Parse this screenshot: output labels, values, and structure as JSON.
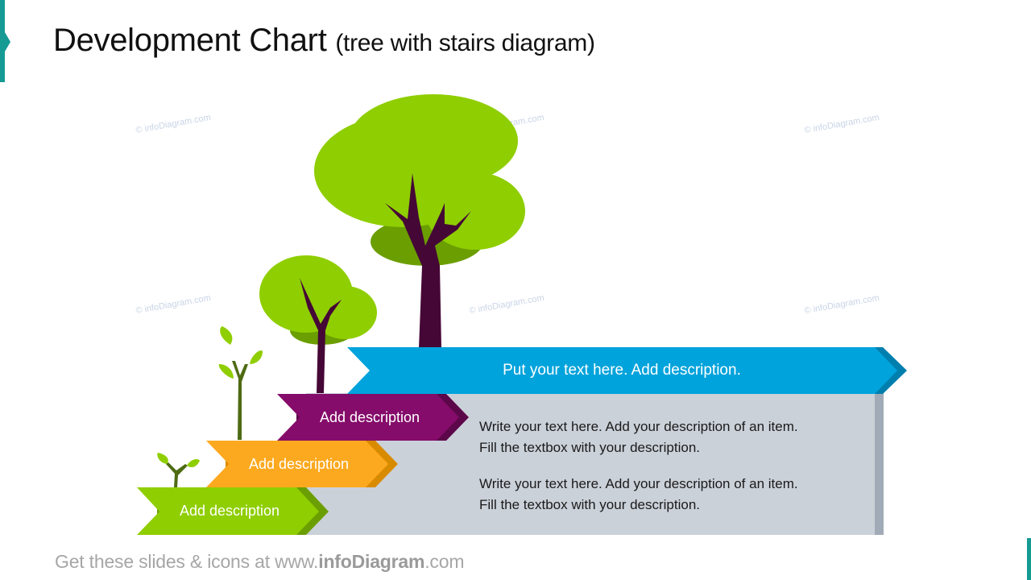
{
  "title": {
    "main": "Development Chart",
    "subtitle": "(tree with stairs diagram)"
  },
  "colors": {
    "accent_teal": "#159a94",
    "step1_green": "#8fce00",
    "step2_orange": "#fca91f",
    "step3_purple": "#850c6a",
    "step4_blue": "#01a3dc",
    "panel_gray": "#cbd1d9",
    "tree_leaf": "#8fce00",
    "tree_leaf_shadow": "#6b9e00",
    "tree_trunk": "#450736"
  },
  "steps": [
    {
      "label": "Add description",
      "color": "#8fce00"
    },
    {
      "label": "Add description",
      "color": "#fca91f"
    },
    {
      "label": "Add description",
      "color": "#850c6a"
    },
    {
      "label": "Put your text here. Add description.",
      "color": "#01a3dc"
    }
  ],
  "descriptions": [
    {
      "line1": "Write your text here. Add your description of an item.",
      "line2": "Fill the textbox with your description."
    },
    {
      "line1": "Write your text here. Add your description of an item.",
      "line2": "Fill the textbox with your description."
    }
  ],
  "icons": [
    "sprout-icon",
    "sapling-icon",
    "young-tree-icon",
    "large-tree-icon"
  ],
  "watermark": "© infoDiagram.com",
  "footer": {
    "prefix": "Get these slides & icons at www.",
    "brand": "infoDiagram",
    "suffix": ".com"
  }
}
